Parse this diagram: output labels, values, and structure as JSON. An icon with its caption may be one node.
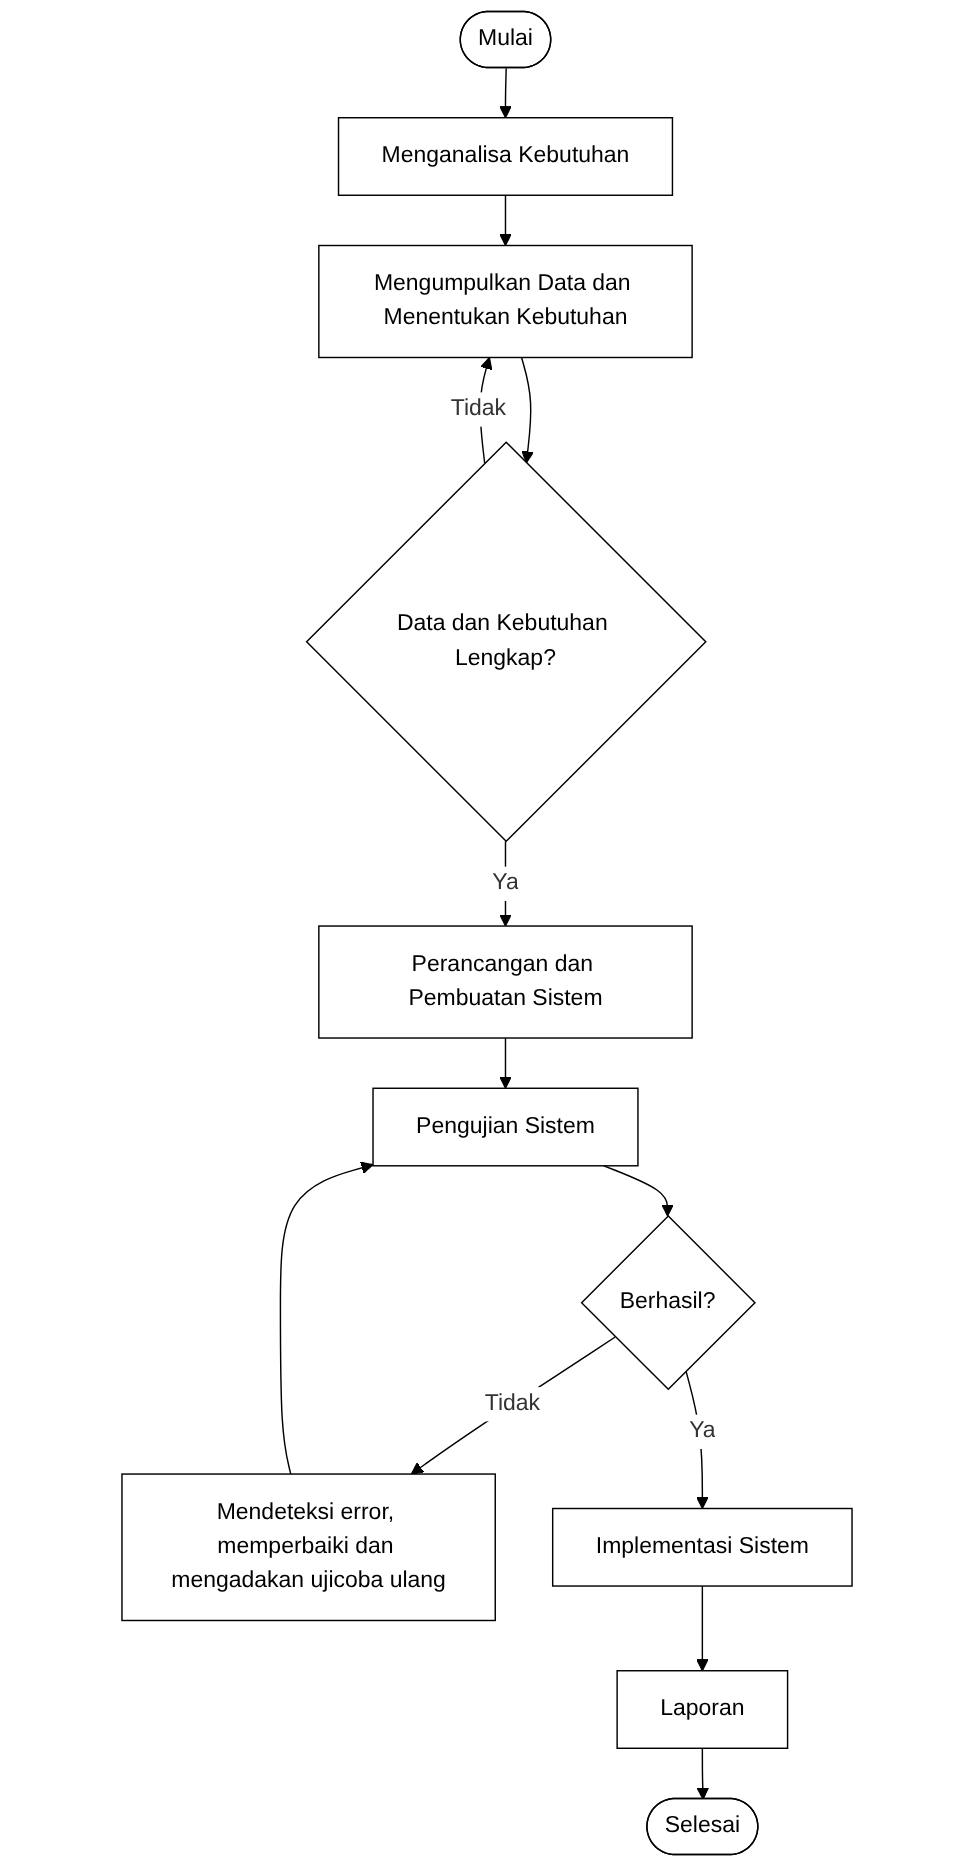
{
  "diagram": {
    "nodes": [
      {
        "text": [
          "Mulai"
        ]
      },
      {
        "text": [
          "Menganalisa Kebutuhan"
        ]
      },
      {
        "text": [
          "Mengumpulkan Data dan Menentukan Kebutuhan"
        ]
      },
      {
        "text": [
          "Data dan Kebutuhan Lengkap?"
        ]
      },
      {
        "text": [
          "Perancangan dan Pembuatan Sistem"
        ]
      },
      {
        "text": [
          "Pengujian Sistem"
        ]
      },
      {
        "text": [
          "Berhasil?"
        ]
      },
      {
        "text": [
          "Mendeteksi error, memperbaiki dan mengadakan ujicoba ulang"
        ]
      },
      {
        "text": [
          "Implementasi Sistem"
        ]
      },
      {
        "text": [
          "Laporan"
        ]
      },
      {
        "text": [
          "Selesai"
        ]
      }
    ],
    "edges": [
      {
        "from": 0,
        "to": 1,
        "arrow": "to"
      },
      {
        "from": 1,
        "to": 2,
        "arrow": "to"
      },
      {
        "from": 2,
        "to": 3,
        "arrow": "to"
      },
      {
        "from": 3,
        "to": 2,
        "arrow": "to",
        "label": "Tidak"
      },
      {
        "from": 3,
        "to": 4,
        "arrow": "to",
        "label": "Ya"
      },
      {
        "from": 4,
        "to": 5,
        "arrow": "to"
      },
      {
        "from": 5,
        "to": 6,
        "arrow": "to"
      },
      {
        "from": 6,
        "to": 7,
        "arrow": "to",
        "label": "Tidak"
      },
      {
        "from": 7,
        "to": 5,
        "arrow": "to"
      },
      {
        "from": 6,
        "to": 8,
        "arrow": "to",
        "label": "Ya"
      },
      {
        "from": 8,
        "to": 9,
        "arrow": "to"
      },
      {
        "from": 9,
        "to": 10,
        "arrow": "to"
      }
    ]
  }
}
